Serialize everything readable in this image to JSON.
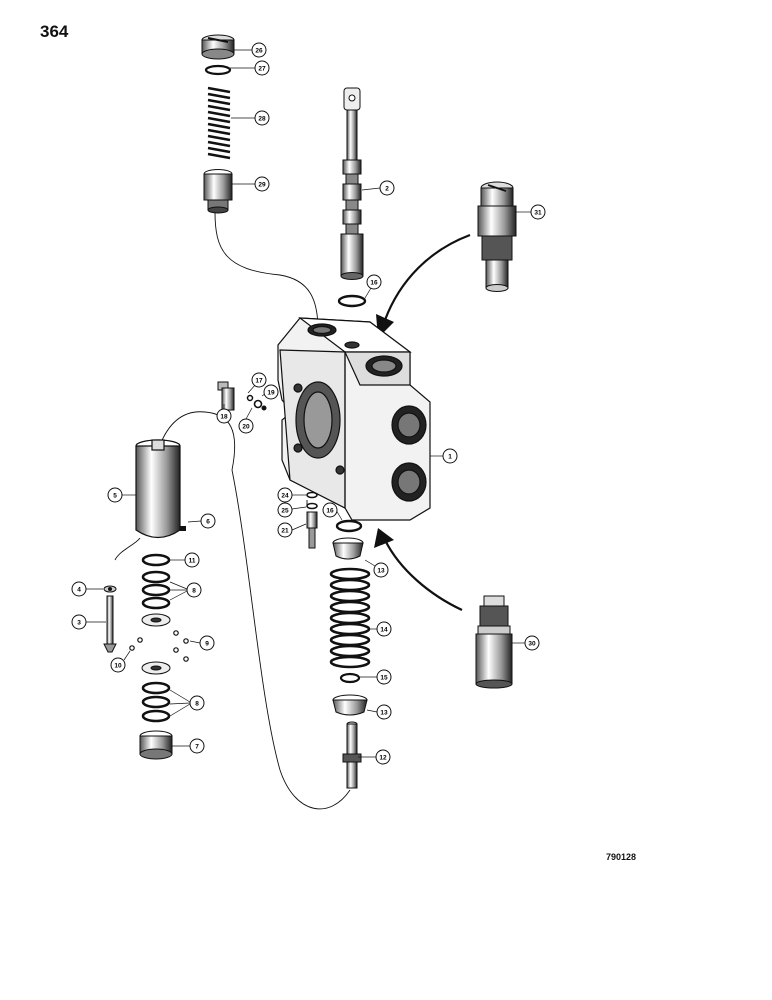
{
  "page": {
    "number": "364",
    "figure_code": "790128"
  },
  "callouts": [
    {
      "id": "c26",
      "label": "26"
    },
    {
      "id": "c27",
      "label": "27"
    },
    {
      "id": "c28",
      "label": "28"
    },
    {
      "id": "c29",
      "label": "29"
    },
    {
      "id": "c2",
      "label": "2"
    },
    {
      "id": "c16a",
      "label": "16"
    },
    {
      "id": "c31",
      "label": "31"
    },
    {
      "id": "c17",
      "label": "17"
    },
    {
      "id": "c19",
      "label": "19"
    },
    {
      "id": "c18",
      "label": "18"
    },
    {
      "id": "c20",
      "label": "20"
    },
    {
      "id": "c1",
      "label": "1"
    },
    {
      "id": "c5",
      "label": "5"
    },
    {
      "id": "c6",
      "label": "6"
    },
    {
      "id": "c24",
      "label": "24"
    },
    {
      "id": "c25",
      "label": "25"
    },
    {
      "id": "c21",
      "label": "21"
    },
    {
      "id": "c16b",
      "label": "16"
    },
    {
      "id": "c11",
      "label": "11"
    },
    {
      "id": "c8a",
      "label": "8"
    },
    {
      "id": "c4",
      "label": "4"
    },
    {
      "id": "c3",
      "label": "3"
    },
    {
      "id": "c9",
      "label": "9"
    },
    {
      "id": "c10",
      "label": "10"
    },
    {
      "id": "c8b",
      "label": "8"
    },
    {
      "id": "c7",
      "label": "7"
    },
    {
      "id": "c13a",
      "label": "13"
    },
    {
      "id": "c14",
      "label": "14"
    },
    {
      "id": "c15",
      "label": "15"
    },
    {
      "id": "c13b",
      "label": "13"
    },
    {
      "id": "c12",
      "label": "12"
    },
    {
      "id": "c30",
      "label": "30"
    }
  ]
}
